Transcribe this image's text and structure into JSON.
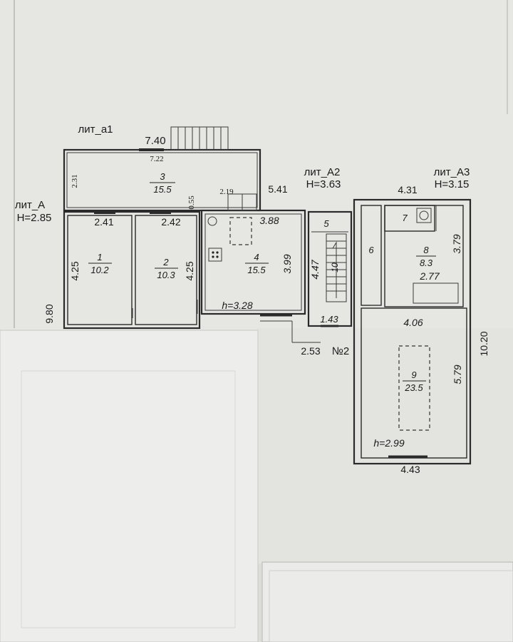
{
  "colors": {
    "paper": "#e9e9e6",
    "paper_shadow": "#d2d2cf",
    "ink": "#1a1a1a",
    "wall": "#2a2a2a",
    "overlay_sheet": "#efefed"
  },
  "labels": {
    "lit_a1": "лит_а1",
    "lit_a": "лит_А",
    "lit_a_height": "H=2.85",
    "lit_a2": "лит_А2",
    "lit_a2_height": "H=3.63",
    "lit_a3": "лит_А3",
    "lit_a3_height": "H=3.15",
    "entrance_no": "№2"
  },
  "dimensions": {
    "d740": "7.40",
    "d722": "7.22",
    "d231": "2.31",
    "d055": "0.55",
    "d219": "2.19",
    "d541": "5.41",
    "d431": "4.31",
    "d241": "2.41",
    "d242": "2.42",
    "d425a": "4.25",
    "d425b": "4.25",
    "d980": "9.80",
    "d388": "3.88",
    "d399": "3.99",
    "d447": "4.47",
    "d143": "1.43",
    "d253": "2.53",
    "d379": "3.79",
    "d277": "2.77",
    "d406": "4.06",
    "d1020": "10.20",
    "d579": "5.79",
    "d443": "4.43",
    "h328": "h=3.28",
    "h299": "h=2.99"
  },
  "rooms": [
    {
      "num": "1",
      "area": "10.2"
    },
    {
      "num": "2",
      "area": "10.3"
    },
    {
      "num": "3",
      "area": "15.5"
    },
    {
      "num": "4",
      "area": "15.5"
    },
    {
      "num": "5",
      "area": ""
    },
    {
      "num": "6",
      "area": ""
    },
    {
      "num": "7",
      "area": ""
    },
    {
      "num": "8",
      "area": "8.3"
    },
    {
      "num": "9",
      "area": "23.5"
    },
    {
      "num": "10",
      "area": ""
    }
  ]
}
